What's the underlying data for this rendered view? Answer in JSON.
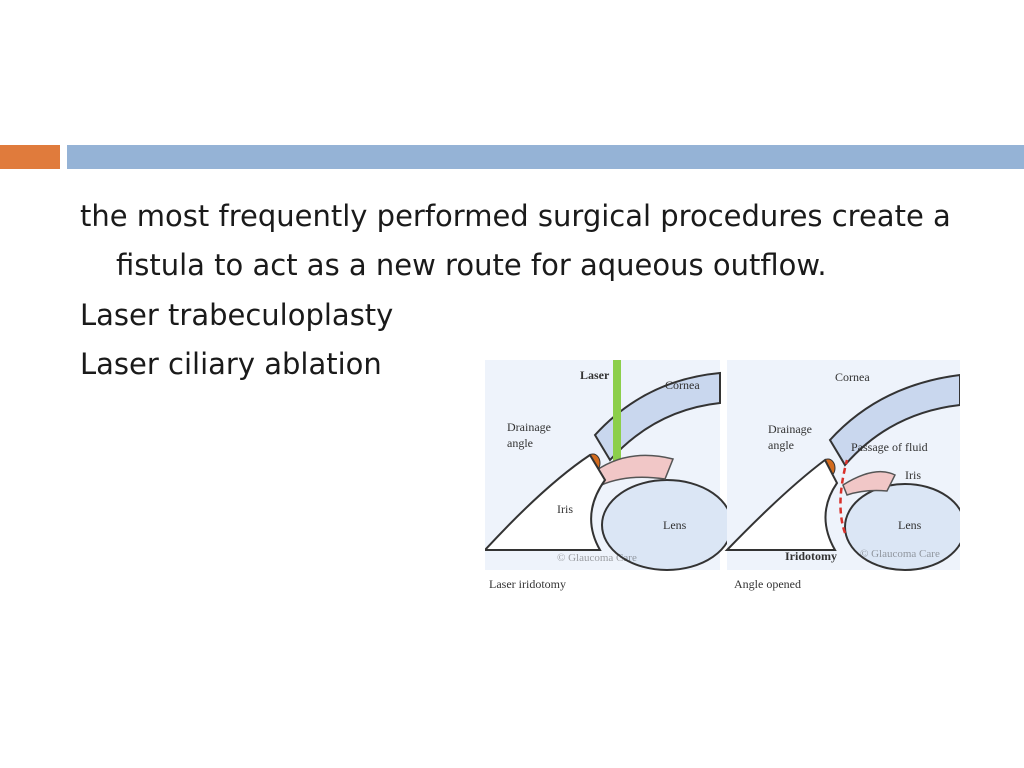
{
  "body": {
    "paragraph": "the most frequently performed surgical procedures create a fistula to act as a new route for aqueous outflow.",
    "item_1": "Laser trabeculoplasty",
    "item_2": "Laser ciliary ablation"
  },
  "figure": {
    "left_panel": {
      "laser_label": "Laser",
      "cornea_label": "Cornea",
      "drainage_label_1": "Drainage",
      "drainage_label_2": "angle",
      "iris_label": "Iris",
      "lens_label": "Lens",
      "watermark": "© Glaucoma Care",
      "caption": "Laser iridotomy"
    },
    "right_panel": {
      "cornea_label": "Cornea",
      "drainage_label_1": "Drainage",
      "drainage_label_2": "angle",
      "passage_label": "Passage of fluid",
      "iris_label": "Iris",
      "lens_label": "Lens",
      "iridotomy_label": "Iridotomy",
      "watermark": "© Glaucoma Care",
      "caption": "Angle opened"
    }
  }
}
